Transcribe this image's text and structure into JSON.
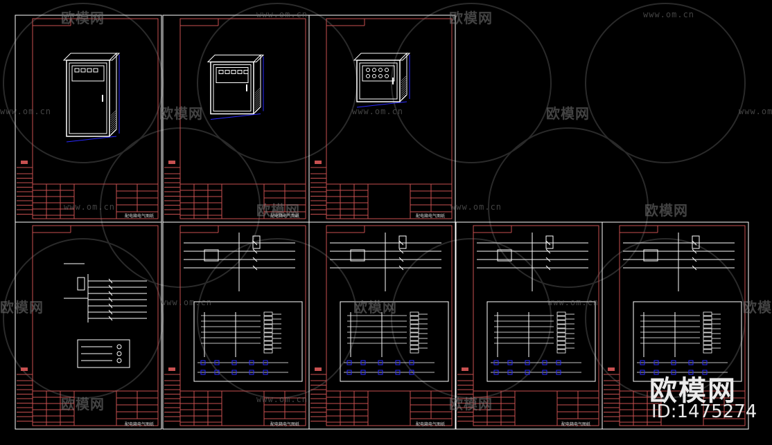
{
  "watermark": {
    "brand": "欧模网",
    "url": "www.om.cn"
  },
  "stamp": {
    "brand": "欧模网",
    "id_text": "ID:1475274"
  },
  "title_block_label": "配电箱电气图纸",
  "sheets": [
    {
      "row": 0,
      "col": 0,
      "content": "cabinet-large"
    },
    {
      "row": 0,
      "col": 1,
      "content": "cabinet-medium"
    },
    {
      "row": 0,
      "col": 2,
      "content": "cabinet-small"
    },
    {
      "row": 1,
      "col": 0,
      "content": "single-line-diagram"
    },
    {
      "row": 1,
      "col": 1,
      "content": "control-schematic"
    },
    {
      "row": 1,
      "col": 2,
      "content": "control-schematic"
    },
    {
      "row": 1,
      "col": 3,
      "content": "control-schematic"
    },
    {
      "row": 1,
      "col": 4,
      "content": "control-schematic"
    }
  ],
  "colors": {
    "background": "#000000",
    "border": "#c85050",
    "line": "#ffffff",
    "dimension": "#2a2aff",
    "watermark": "#7a7a7a"
  }
}
